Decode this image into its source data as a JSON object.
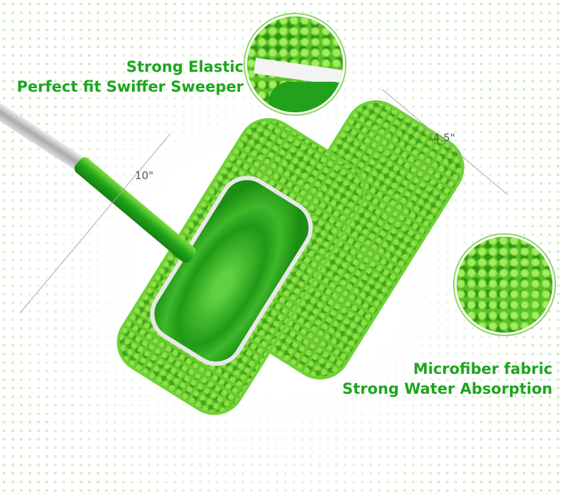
{
  "captions": {
    "top": [
      "Strong Elastic",
      "Perfect fit Swiffer Sweeper"
    ],
    "bottom": [
      "Microfiber fabric",
      "Strong Water Absorption"
    ]
  },
  "dimensions": {
    "length": "10\"",
    "width": "4.5\""
  },
  "colors": {
    "caption": "#1ea51e",
    "pad": "#66c92c",
    "background_dots": "#cdeec0"
  }
}
